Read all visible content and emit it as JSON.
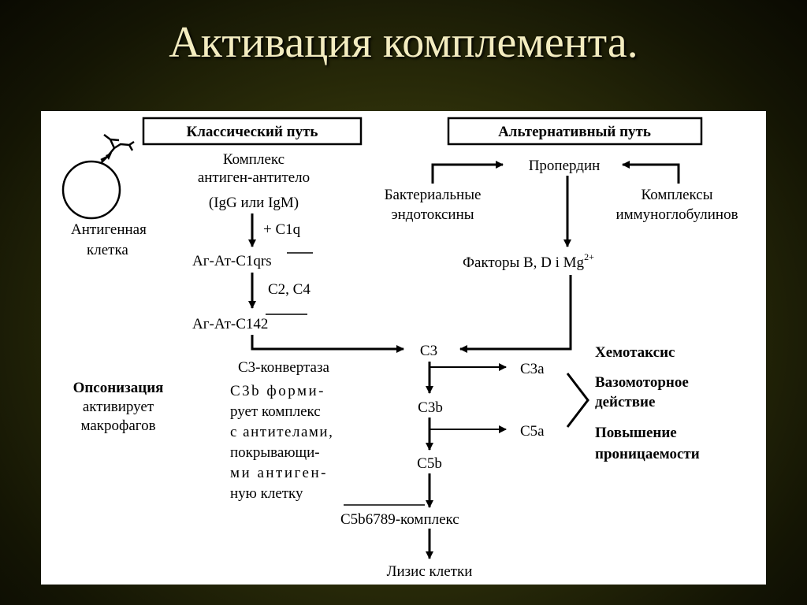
{
  "slide": {
    "title": "Активация комплемента."
  },
  "diagram": {
    "cell": {
      "label_line1": "Антигенная",
      "label_line2": "клетка"
    },
    "classical": {
      "header": "Классический путь",
      "complex_line1": "Комплекс",
      "complex_line2": "антиген-антитело",
      "complex_line3": "(IgG или IgM)",
      "plus_c1q": "+ C1q",
      "ag_at_c1_prefix": "Аг-Ат-C1",
      "ag_at_c1_suffix": "qrs",
      "c2c4": "C2, C4",
      "ag_at_c142_prefix": "Аг-Ат-",
      "ag_at_c142_suffix": "C142",
      "convertase": "C3-конвертаза"
    },
    "alternative": {
      "header": "Альтернативный путь",
      "properdin": "Пропердин",
      "endotoxins_line1": "Бактериальные",
      "endotoxins_line2": "эндотоксины",
      "complexes_line1": "Комплексы",
      "complexes_line2": "иммуноглобулинов",
      "factors": "Факторы B, D i Mg",
      "factors_sup": "2+"
    },
    "cascade": {
      "c3": "C3",
      "c3b": "C3b",
      "c5b": "C5b",
      "c3a": "C3a",
      "c5a": "C5a",
      "mac_prefix": "C5b",
      "mac_overline": "6789",
      "mac_suffix": "-комплекс",
      "lysis": "Лизис клетки"
    },
    "c3b_note": {
      "lines": [
        "C3b форми-",
        "рует комплекс",
        "с антителами,",
        "покрывающи-",
        "ми антиген-",
        "ную клетку"
      ]
    },
    "opsonization": {
      "line1": "Опсонизация",
      "line2": "активирует",
      "line3": "макрофагов"
    },
    "effects": {
      "chemotaxis": "Хемотаксис",
      "vasomotor_line1": "Вазомоторное",
      "vasomotor_line2": "действие",
      "permeability_line1": "Повышение",
      "permeability_line2": "проницаемости"
    }
  }
}
